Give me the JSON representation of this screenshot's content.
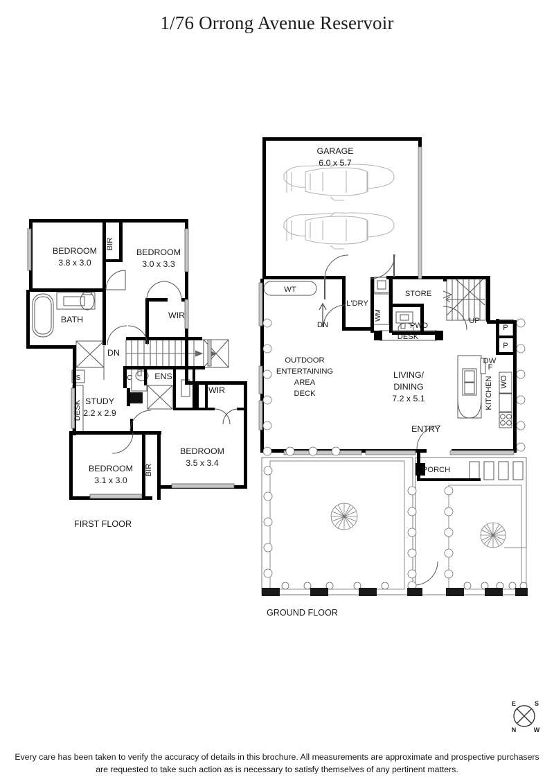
{
  "page": {
    "title": "1/76 Orrong Avenue Reservoir",
    "disclaimer_line1": "Every care has been taken to verify the accuracy of details in this brochure. All measurements are approximate and prospective purchasers",
    "disclaimer_line2": "are requested to take such action as is necessary to satisfy themselves of any pertinent matters."
  },
  "colors": {
    "wall": "#000000",
    "thin_line": "#555555",
    "fill": "#ffffff",
    "text": "#1a1a1a",
    "fixture": "#888888",
    "garden": "#777777"
  },
  "compass": {
    "name": "compass-rose",
    "north": "N",
    "south": "S",
    "east": "E",
    "west": "W"
  },
  "floors": [
    {
      "id": "first-floor",
      "label": "FIRST FLOOR",
      "rooms": [
        {
          "name": "bedroom-1",
          "label": "BEDROOM",
          "dims": "3.8 x 3.0"
        },
        {
          "name": "bedroom-2",
          "label": "BEDROOM",
          "dims": "3.0 x 3.3"
        },
        {
          "name": "bedroom-3",
          "label": "BEDROOM",
          "dims": "3.1 x 3.0"
        },
        {
          "name": "bedroom-4",
          "label": "BEDROOM",
          "dims": "3.5 x 3.4"
        },
        {
          "name": "study",
          "label": "STUDY",
          "dims": "2.2 x 2.9"
        },
        {
          "name": "bath",
          "label": "BATH",
          "dims": ""
        },
        {
          "name": "ensuite",
          "label": "ENS",
          "dims": ""
        },
        {
          "name": "wir-1",
          "label": "WIR",
          "dims": ""
        },
        {
          "name": "wir-2",
          "label": "WIR",
          "dims": ""
        }
      ],
      "annotations": [
        {
          "name": "bir-1-label",
          "text": "BIR"
        },
        {
          "name": "bir-2-label",
          "text": "BIR"
        },
        {
          "name": "desk-label",
          "text": "DESK"
        },
        {
          "name": "stairs-down-label",
          "text": "DN"
        },
        {
          "name": "cupboard-label",
          "text": "C"
        },
        {
          "name": "shelf-label",
          "text": "S"
        }
      ]
    },
    {
      "id": "ground-floor",
      "label": "GROUND FLOOR",
      "rooms": [
        {
          "name": "garage",
          "label": "GARAGE",
          "dims": "6.0 x 5.7"
        },
        {
          "name": "living-dining",
          "label_line1": "LIVING/",
          "label_line2": "DINING",
          "dims": "7.2 x 5.1"
        },
        {
          "name": "outdoor-entertaining-deck",
          "label_line1": "OUTDOOR",
          "label_line2": "ENTERTAINING",
          "label_line3": "AREA",
          "label_line4": "DECK"
        },
        {
          "name": "kitchen",
          "label": "KITCHEN",
          "dims": ""
        },
        {
          "name": "laundry",
          "label": "L'DRY",
          "dims": ""
        },
        {
          "name": "store",
          "label": "STORE",
          "dims": ""
        },
        {
          "name": "powder-room",
          "label": "PWD",
          "dims": ""
        },
        {
          "name": "porch",
          "label": "PORCH",
          "dims": ""
        },
        {
          "name": "entry",
          "label": "ENTRY",
          "dims": ""
        }
      ],
      "annotations": [
        {
          "name": "water-tank-label",
          "text": "WT"
        },
        {
          "name": "washing-machine-label",
          "text": "WM"
        },
        {
          "name": "desk-label",
          "text": "DESK"
        },
        {
          "name": "stairs-down-label",
          "text": "DN"
        },
        {
          "name": "stairs-up-label",
          "text": "UP"
        },
        {
          "name": "dishwasher-label",
          "text": "DW"
        },
        {
          "name": "fridge-label",
          "text": "F"
        },
        {
          "name": "wall-oven-label",
          "text": "WO"
        },
        {
          "name": "pantry-1-label",
          "text": "P"
        },
        {
          "name": "pantry-2-label",
          "text": "P"
        }
      ]
    }
  ]
}
